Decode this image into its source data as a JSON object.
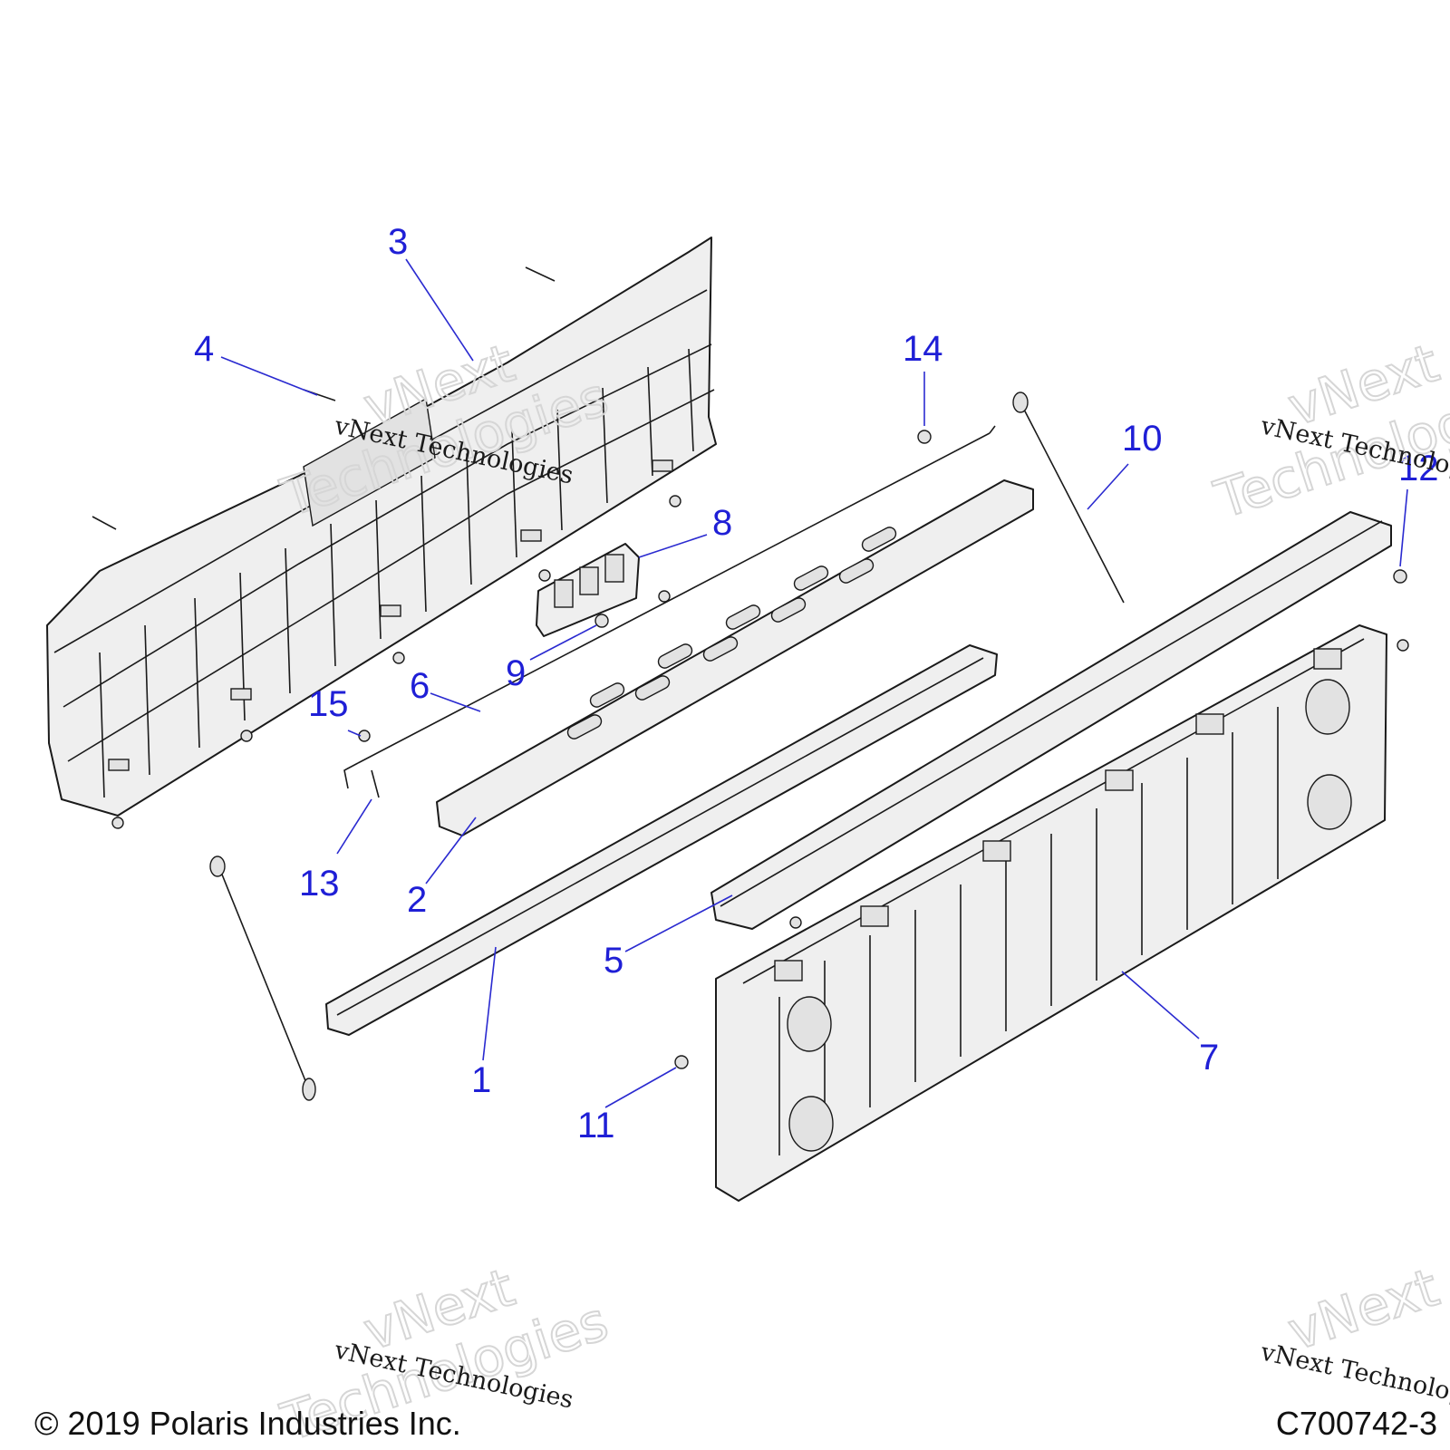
{
  "callouts": [
    {
      "id": "1",
      "label": "1"
    },
    {
      "id": "2",
      "label": "2"
    },
    {
      "id": "3",
      "label": "3"
    },
    {
      "id": "4",
      "label": "4"
    },
    {
      "id": "5",
      "label": "5"
    },
    {
      "id": "6",
      "label": "6"
    },
    {
      "id": "7",
      "label": "7"
    },
    {
      "id": "8",
      "label": "8"
    },
    {
      "id": "9",
      "label": "9"
    },
    {
      "id": "10",
      "label": "10"
    },
    {
      "id": "11",
      "label": "11"
    },
    {
      "id": "12",
      "label": "12"
    },
    {
      "id": "13",
      "label": "13"
    },
    {
      "id": "14",
      "label": "14"
    },
    {
      "id": "15",
      "label": "15"
    }
  ],
  "watermark": {
    "brand": "vNext",
    "word": "Technologies",
    "full": "vNext Technologies"
  },
  "footer": {
    "copyright": "© 2019 Polaris Industries Inc.",
    "figure_id": "C700742-3"
  },
  "colors": {
    "callout": "#1f1fd6",
    "part_fill": "#efefef",
    "outline": "#1a1a1a"
  }
}
